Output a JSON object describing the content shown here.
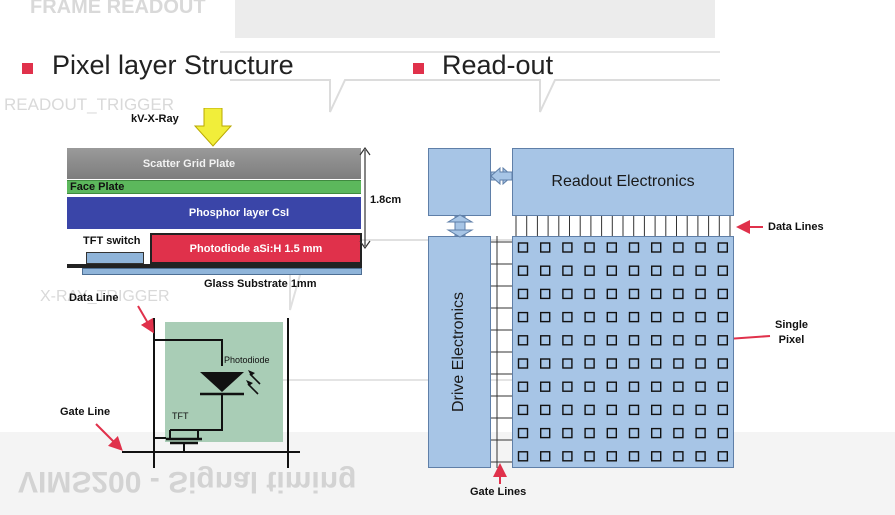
{
  "background": {
    "ghost_top": "FRAME READOUT",
    "ghost_readout_trigger": "READOUT_TRIGGER",
    "ghost_xray_trigger": "X-RAY_TRIGGER",
    "ghost_bottom": "VIMS200 - Signal timing"
  },
  "left": {
    "heading": "Pixel layer Structure",
    "xray_label": "kV-X-Ray",
    "layers": {
      "scatter": "Scatter Grid Plate",
      "face": "Face Plate",
      "phosphor": "Phosphor layer CsI",
      "tft_switch": "TFT switch",
      "photodiode": "Photodiode aSi:H 1.5 mm",
      "glass": "Glass Substrate 1mm"
    },
    "thickness": "1.8cm",
    "circuit": {
      "data_line": "Data Line",
      "gate_line": "Gate Line",
      "photodiode": "Photodiode",
      "tft": "TFT"
    }
  },
  "right": {
    "heading": "Read-out",
    "readout_electronics": "Readout Electronics",
    "drive_electronics": "Drive Electronics",
    "data_lines": "Data Lines",
    "single_pixel": "Single\nPixel",
    "gate_lines": "Gate Lines",
    "grid": {
      "rows": 10,
      "cols": 10
    }
  },
  "colors": {
    "accent_bullet": "#e0314b",
    "scatter_grid": "#8c8c8c",
    "face_plate": "#5cb85c",
    "phosphor": "#3a45a8",
    "photodiode": "#e0314b",
    "glass": "#8fb4d9",
    "electronics_box": "#a7c5e6",
    "xray_arrow": "#f1ee3a",
    "pixel_tft_bg": "#a9cdb6"
  }
}
